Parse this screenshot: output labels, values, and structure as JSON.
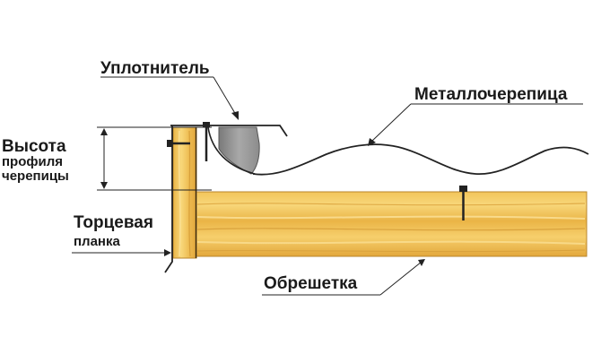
{
  "diagram": {
    "labels": {
      "seal": "Уплотнитель",
      "metal_tile": "Металлочерепица",
      "profile_height": [
        "Высота",
        "профиля",
        "черепицы"
      ],
      "end_plank": [
        "Торцевая",
        "планка"
      ],
      "batten": "Обрешетка"
    },
    "colors": {
      "wood_light": "#f5cf6a",
      "wood_mid": "#eab446",
      "wood_dark": "#cf9530",
      "line": "#222222",
      "seal": "#9a9a9a",
      "background": "#ffffff"
    }
  }
}
